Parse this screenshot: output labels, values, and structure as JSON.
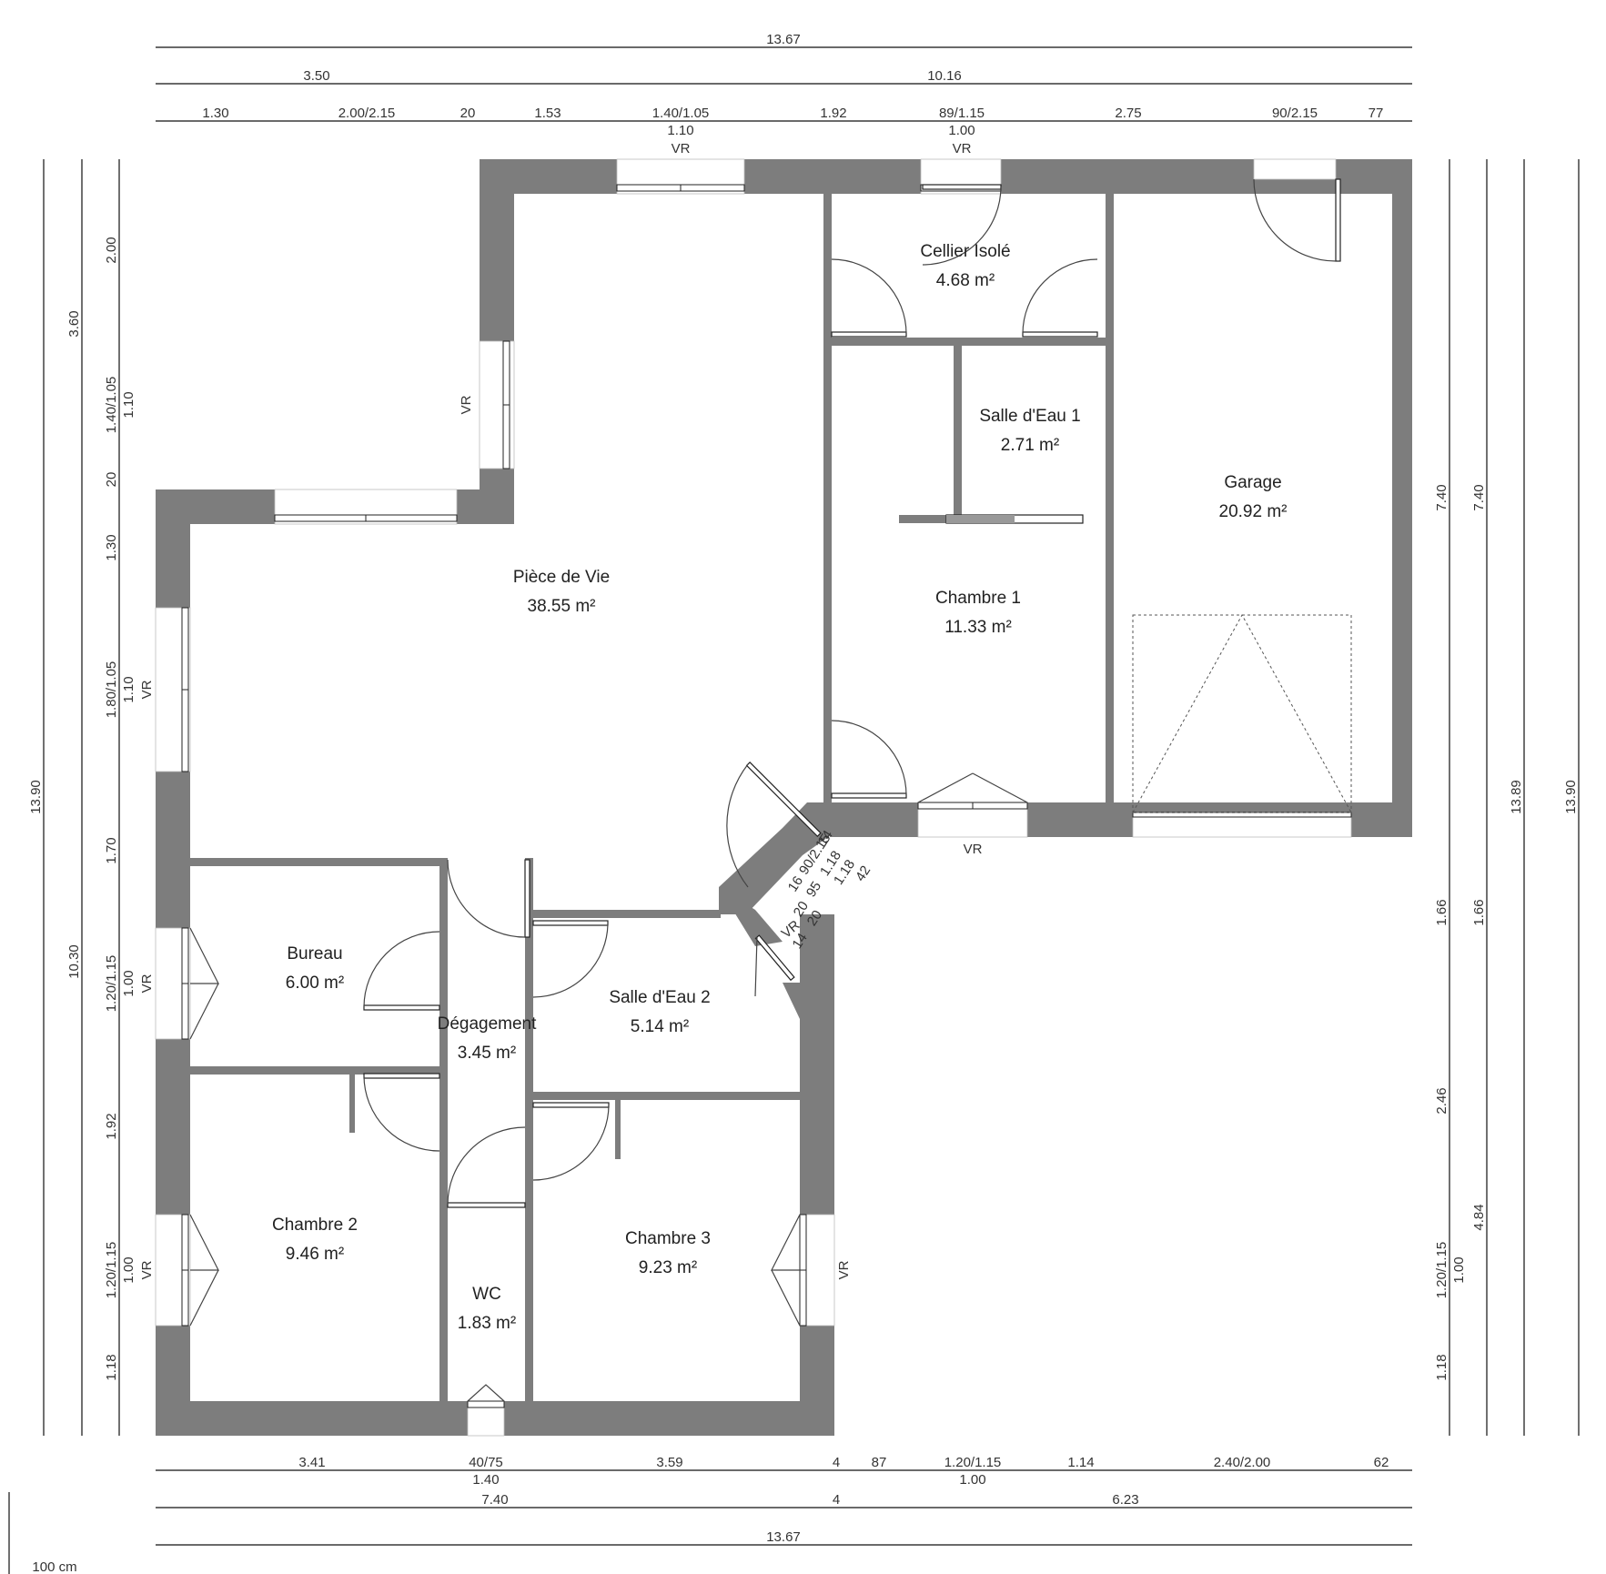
{
  "rooms": [
    {
      "name": "Pièce de Vie",
      "area": "38.55 m²"
    },
    {
      "name": "Cellier Isolé",
      "area": "4.68 m²"
    },
    {
      "name": "Salle d'Eau 1",
      "area": "2.71 m²"
    },
    {
      "name": "Chambre 1",
      "area": "11.33 m²"
    },
    {
      "name": "Garage",
      "area": "20.92 m²"
    },
    {
      "name": "Bureau",
      "area": "6.00 m²"
    },
    {
      "name": "Dégagement",
      "area": "3.45 m²"
    },
    {
      "name": "Salle d'Eau 2",
      "area": "5.14 m²"
    },
    {
      "name": "Chambre 2",
      "area": "9.46 m²"
    },
    {
      "name": "Chambre 3",
      "area": "9.23 m²"
    },
    {
      "name": "WC",
      "area": "1.83 m²"
    }
  ],
  "dimensions": {
    "top_total": "13.67",
    "top_split": [
      "3.50",
      "10.16"
    ],
    "top_detail": [
      "1.30",
      "2.00/2.15",
      "20",
      "1.53",
      "1.40/1.05",
      "1.92",
      "89/1.15",
      "2.75",
      "90/2.15",
      "77"
    ],
    "top_sill": [
      "1.10",
      "1.00"
    ],
    "bottom_detail": [
      "3.41",
      "40/75",
      "3.59",
      "4",
      "87",
      "1.20/1.15",
      "1.14",
      "2.40/2.00",
      "62"
    ],
    "bottom_sill": [
      "1.40",
      "1.00"
    ],
    "bottom_split": [
      "7.40",
      "4",
      "6.23"
    ],
    "bottom_total": "13.67",
    "left_total": "13.90",
    "left_split": [
      "3.60",
      "10.30"
    ],
    "left_detail": [
      "2.00",
      "1.40/1.05",
      "20",
      "1.30",
      "1.80/1.05",
      "1.70",
      "1.20/1.15",
      "1.92",
      "1.20/1.15",
      "1.18"
    ],
    "left_sill": [
      "1.10",
      "1.10",
      "1.00",
      "1.00"
    ],
    "right_inner": [
      "7.40",
      "1.66",
      "2.46",
      "1.20/1.15",
      "1.18"
    ],
    "right_inner_sill": "1.00",
    "right_mid": [
      "7.40",
      "1.66",
      "4.84"
    ],
    "right_full": [
      "13.89",
      "13.90"
    ],
    "angled": [
      "16",
      "90/2.15",
      "14",
      "1.18",
      "20",
      "95",
      "1.18",
      "14",
      "20",
      "42"
    ]
  },
  "vr_label": "VR",
  "scale_label": "100 cm"
}
